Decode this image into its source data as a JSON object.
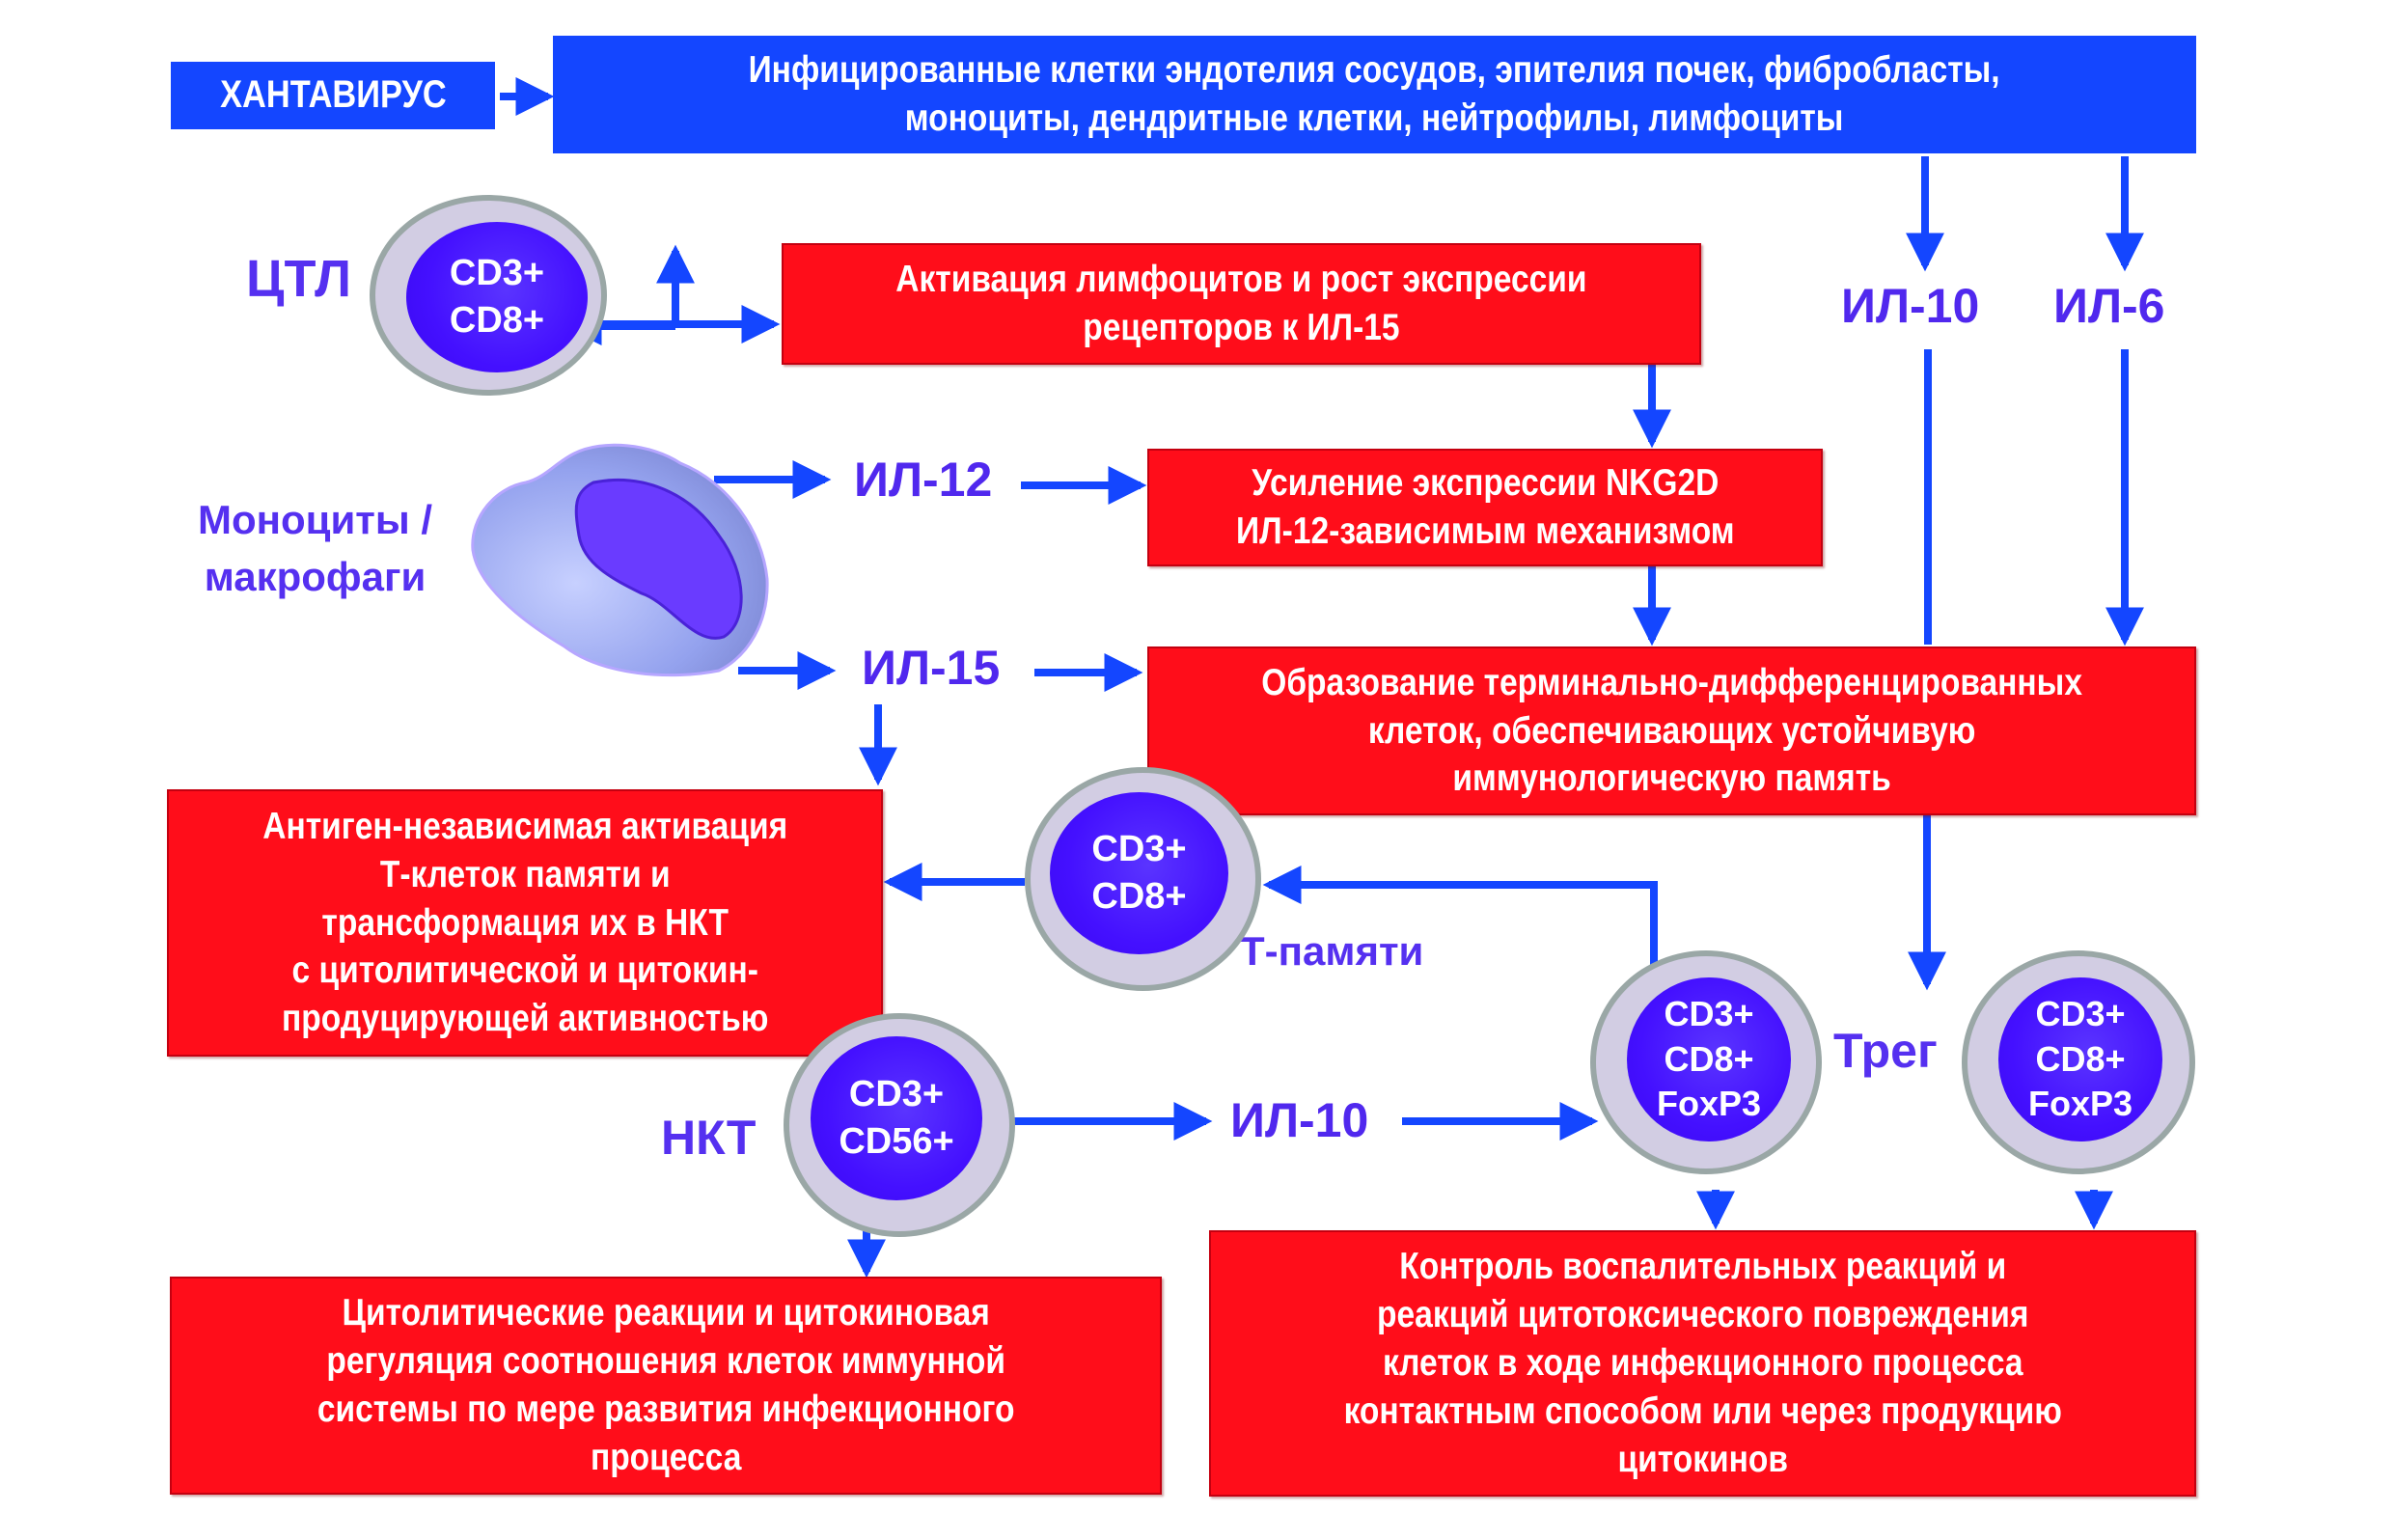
{
  "colors": {
    "blue_box": "#1446FF",
    "red_box": "#FF0D1A",
    "arrow": "#1446FF",
    "label": "#5530F0",
    "nucleus": "#4410FF"
  },
  "hantavirus": "ХАНТАВИРУС",
  "infected_cells": "Инфицированные клетки  эндотелия сосудов, эпителия почек, фибробласты,\nмоноциты, дендритные клетки, нейтрофилы, лимфоциты",
  "ctl": {
    "label": "ЦТЛ",
    "markers": "CD3+\nCD8+"
  },
  "activation_box": "Активация лимфоцитов и рост экспрессии\nрецепторов  к  ИЛ-15",
  "cytokines": {
    "il10_top": "ИЛ-10",
    "il6": "ИЛ-6",
    "il12": "ИЛ-12",
    "il15": "ИЛ-15",
    "il10_bottom": "ИЛ-10"
  },
  "monocytes_label": "Моноциты /\nмакрофаги",
  "nkg2d_box": "Усиление экспрессии NKG2D\nИЛ-12-зависимым  механизмом",
  "terminal_box": "Образование терминально-дифференцированных\nклеток, обеспечивающих устойчивую\nиммунологическую память",
  "antigen_box": "Антиген-независимая  активация\nТ-клеток памяти и\nтрансформация  их в  НКТ\nс цитолитической и цитокин-\nпродуцирующей  активностью",
  "memory_cell": {
    "markers": "CD3+\nCD8+",
    "label": "Т-памяти"
  },
  "nkt_cell": {
    "label": "НКТ",
    "markers": "CD3+\nCD56+"
  },
  "treg": {
    "label": "Трег",
    "markers": "CD3+\nCD8+\nFoxP3"
  },
  "cytolytic_box": "Цитолитические  реакции и цитокиновая\nрегуляция соотношения клеток иммунной\nсистемы по мере развития инфекционного\nпроцесса",
  "control_box": "Контроль  воспалительных  реакций  и\nреакций  цитотоксического  повреждения\nклеток  в ходе инфекционного процесса\nконтактным способом или через продукцию\nцитокинов"
}
